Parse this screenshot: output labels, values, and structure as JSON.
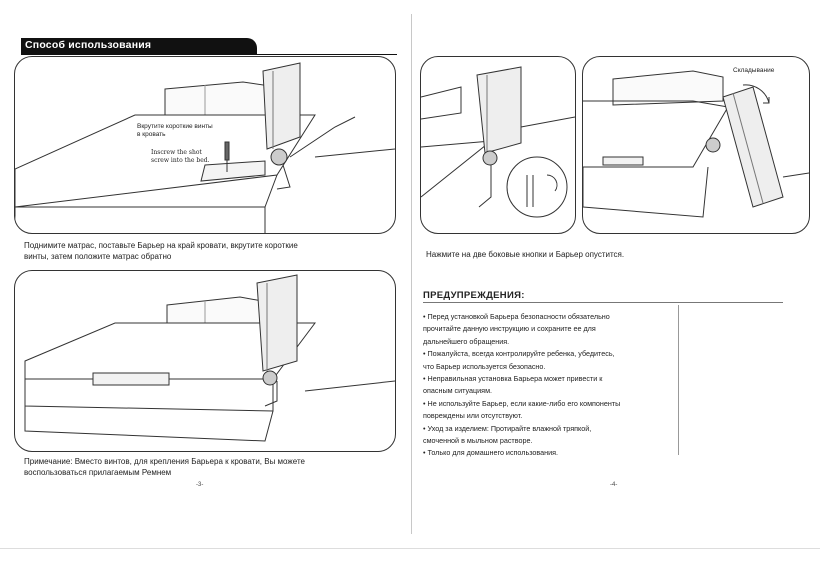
{
  "header": {
    "title": "Способ использования"
  },
  "panels": {
    "top_left": {
      "annotation_ru": "Вкрутите короткие винты\nв кровать",
      "annotation_en": "Inscrew the shot\nscrew into the bed.",
      "caption": "Поднимите матрас, поставьте Барьер на край кровати, вкрутите короткие\nвинты, затем положите матрас обратно"
    },
    "middle_left": {
      "caption": "Примечание: Вместо винтов, для крепления Барьера к кровати, Вы можете\nвоспользоваться прилагаемым Ремнем"
    },
    "top_right": {
      "annotation": "Складывание",
      "caption": "Нажмите на две боковые кнопки и Барьер опустится."
    }
  },
  "warnings": {
    "title": "ПРЕДУПРЕЖДЕНИЯ:",
    "lines": [
      "• Перед установкой Барьера безопасности обязательно",
      "прочитайте данную инструкцию и сохраните ее для",
      "дальнейшего обращения.",
      "• Пожалуйста, всегда контролируйте ребенка, убедитесь,",
      "что Барьер используется безопасно.",
      "• Неправильная установка Барьера может привести к",
      "опасным ситуациям.",
      "• Не используйте Барьер, если какие-либо его компоненты",
      "повреждены или отсутствуют.",
      "• Уход за изделием: Протирайте влажной тряпкой,",
      "смоченной в мыльном растворе.",
      "• Только для домашнего использования."
    ]
  },
  "page_numbers": {
    "left": "-3-",
    "right": "-4-"
  }
}
